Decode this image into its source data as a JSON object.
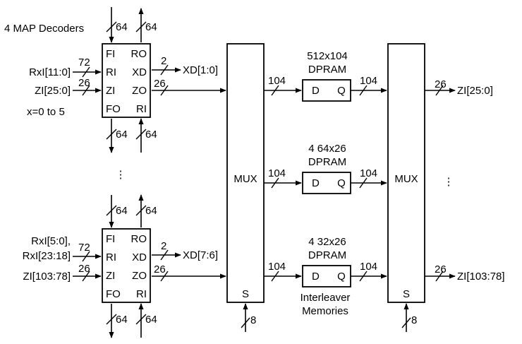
{
  "decoders": {
    "caption": "4 MAP Decoders",
    "range_note": "x=0 to 5",
    "ellipsis": "⋮",
    "units": [
      {
        "ports_left": [
          "FI",
          "RI",
          "ZI",
          "FO"
        ],
        "ports_right": [
          "RO",
          "XD",
          "ZO",
          "RI"
        ],
        "rx_label": [
          "RxI[11:0]"
        ],
        "zi_label": "ZI[25:0]",
        "xd_label": "XD[1:0]",
        "rx_width": "72",
        "zi_width": "26",
        "xd_width": "2",
        "zo_width": "26",
        "top_in_width": "64",
        "top_out_width": "64",
        "bottom_out_width": "64",
        "bottom_in_width": "64"
      },
      {
        "ports_left": [
          "FI",
          "RI",
          "ZI",
          "FO"
        ],
        "ports_right": [
          "RO",
          "XD",
          "ZO",
          "RI"
        ],
        "rx_label": [
          "RxI[5:0],",
          "RxI[23:18]"
        ],
        "zi_label": "ZI[103:78]",
        "xd_label": "XD[7:6]",
        "rx_width": "72",
        "zi_width": "26",
        "xd_width": "2",
        "zo_width": "26",
        "top_in_width": "64",
        "top_out_width": "64",
        "bottom_out_width": "64",
        "bottom_in_width": "64"
      }
    ]
  },
  "mux_in": {
    "label": "MUX",
    "select": "S",
    "select_width": "8"
  },
  "mux_out": {
    "label": "MUX",
    "select": "S",
    "select_width": "8",
    "ellipsis": "⋮"
  },
  "memories": {
    "caption": [
      "Interleaver",
      "Memories"
    ],
    "port_d": "D",
    "port_q": "Q",
    "items": [
      {
        "title": [
          "512x104",
          "DPRAM"
        ],
        "in_width": "104",
        "out_width": "104"
      },
      {
        "title": [
          "4 64x26",
          "DPRAM"
        ],
        "in_width": "104",
        "out_width": "104"
      },
      {
        "title": [
          "4 32x26",
          "DPRAM"
        ],
        "in_width": "104",
        "out_width": "104"
      }
    ]
  },
  "outputs": [
    {
      "label": "ZI[25:0]",
      "width": "26"
    },
    {
      "label": "ZI[103:78]",
      "width": "26"
    }
  ]
}
